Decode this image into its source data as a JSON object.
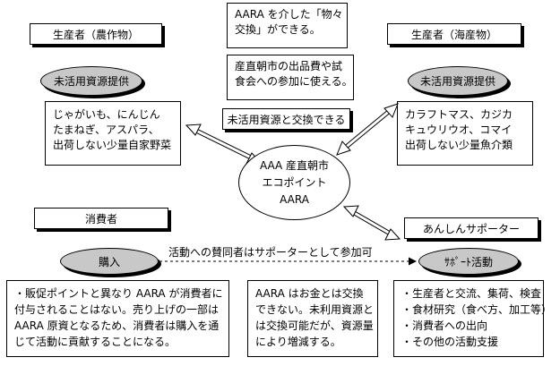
{
  "producer_crops": {
    "label": "生産者（農作物）"
  },
  "producer_sea": {
    "label": "生産者（海産物）"
  },
  "note_exchange": {
    "lines": [
      "AARA を介した「物々",
      "交換」ができる。"
    ]
  },
  "note_market": {
    "lines": [
      "産直朝市の出品費や試",
      "食会への参加に使える。"
    ]
  },
  "note_exchange_unused": {
    "label": "未活用資源と交換できる"
  },
  "oval_left": {
    "label": "未活用資源提供"
  },
  "oval_right": {
    "label": "未活用資源提供"
  },
  "crops_list": {
    "lines": [
      "じゃがいも、にんじん",
      "たまねぎ、アスパラ、",
      "出荷しない少量自家野菜"
    ]
  },
  "sea_list": {
    "lines": [
      "カラフトマス、カジカ",
      "キュウリウオ、コマイ",
      "出荷しない少量魚介類"
    ]
  },
  "center": {
    "lines": [
      "AAA 産直朝市",
      "エコポイント",
      "AARA"
    ]
  },
  "consumer": {
    "label": "消費者"
  },
  "supporter": {
    "label": "あんしんサポーター"
  },
  "oval_purchase": {
    "label": "購入"
  },
  "oval_support": {
    "label": "ｻﾎﾟｰﾄ活動"
  },
  "caption_supporter": {
    "label": "活動への賛同者はサポーターとして参加可"
  },
  "note_consumer": {
    "lines": [
      "・販促ポイントと異なり AARA が消費者に",
      "付与されることはない。売り上げの一部は",
      "AARA 原資となるため、消費者は購入を通",
      "じて活動に貢献することになる。"
    ]
  },
  "note_money": {
    "lines": [
      "AARA はお金とは交換",
      "できない。未利用資源と",
      "は交換可能だが、資源量",
      "により増減する。"
    ]
  },
  "note_activities": {
    "lines": [
      "・生産者と交流、集荷、検査",
      "・食材研究（食べ方、加工等）",
      "・消費者への出向",
      "・その他の活動支援"
    ]
  }
}
